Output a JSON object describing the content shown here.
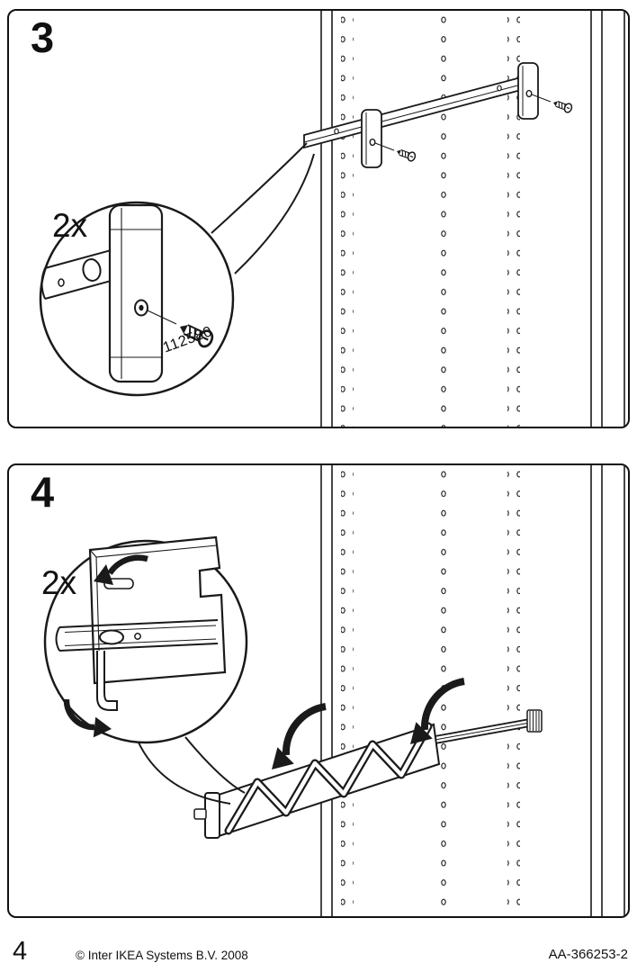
{
  "page": {
    "number": "4",
    "copyright": "© Inter IKEA Systems B.V. 2008",
    "doc_ref": "AA-366253-2"
  },
  "steps": [
    {
      "number": "3",
      "quantity_label": "2x",
      "part_number": "112580"
    },
    {
      "number": "4",
      "quantity_label": "2x"
    }
  ],
  "colors": {
    "ink": "#1a1a1a",
    "paper": "#ffffff"
  }
}
